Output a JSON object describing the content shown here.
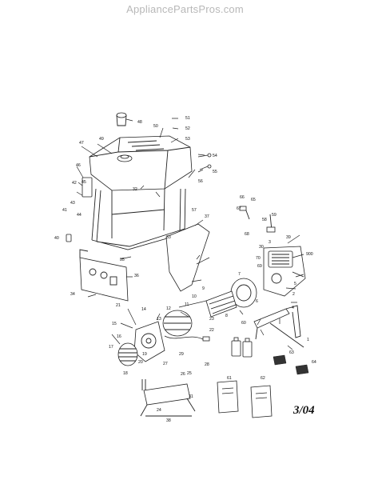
{
  "header": {
    "site": "AppliancePartsPros.com"
  },
  "diagram": {
    "date_stamp": "3/04",
    "callouts": [
      "1",
      "2",
      "3",
      "4",
      "5",
      "6",
      "7",
      "8",
      "9",
      "10",
      "11",
      "12",
      "13",
      "14",
      "15",
      "16",
      "17",
      "18",
      "19",
      "20",
      "21",
      "22",
      "23",
      "24",
      "25",
      "26",
      "27",
      "28",
      "29",
      "30",
      "31",
      "32",
      "33",
      "34",
      "35",
      "36",
      "37",
      "38",
      "39",
      "40",
      "41",
      "42",
      "43",
      "44",
      "45",
      "46",
      "47",
      "48",
      "49",
      "50",
      "51",
      "52",
      "53",
      "54",
      "55",
      "56",
      "57",
      "58",
      "59",
      "60",
      "61",
      "62",
      "63",
      "64",
      "65",
      "66",
      "67",
      "68",
      "69",
      "70",
      "900"
    ]
  }
}
